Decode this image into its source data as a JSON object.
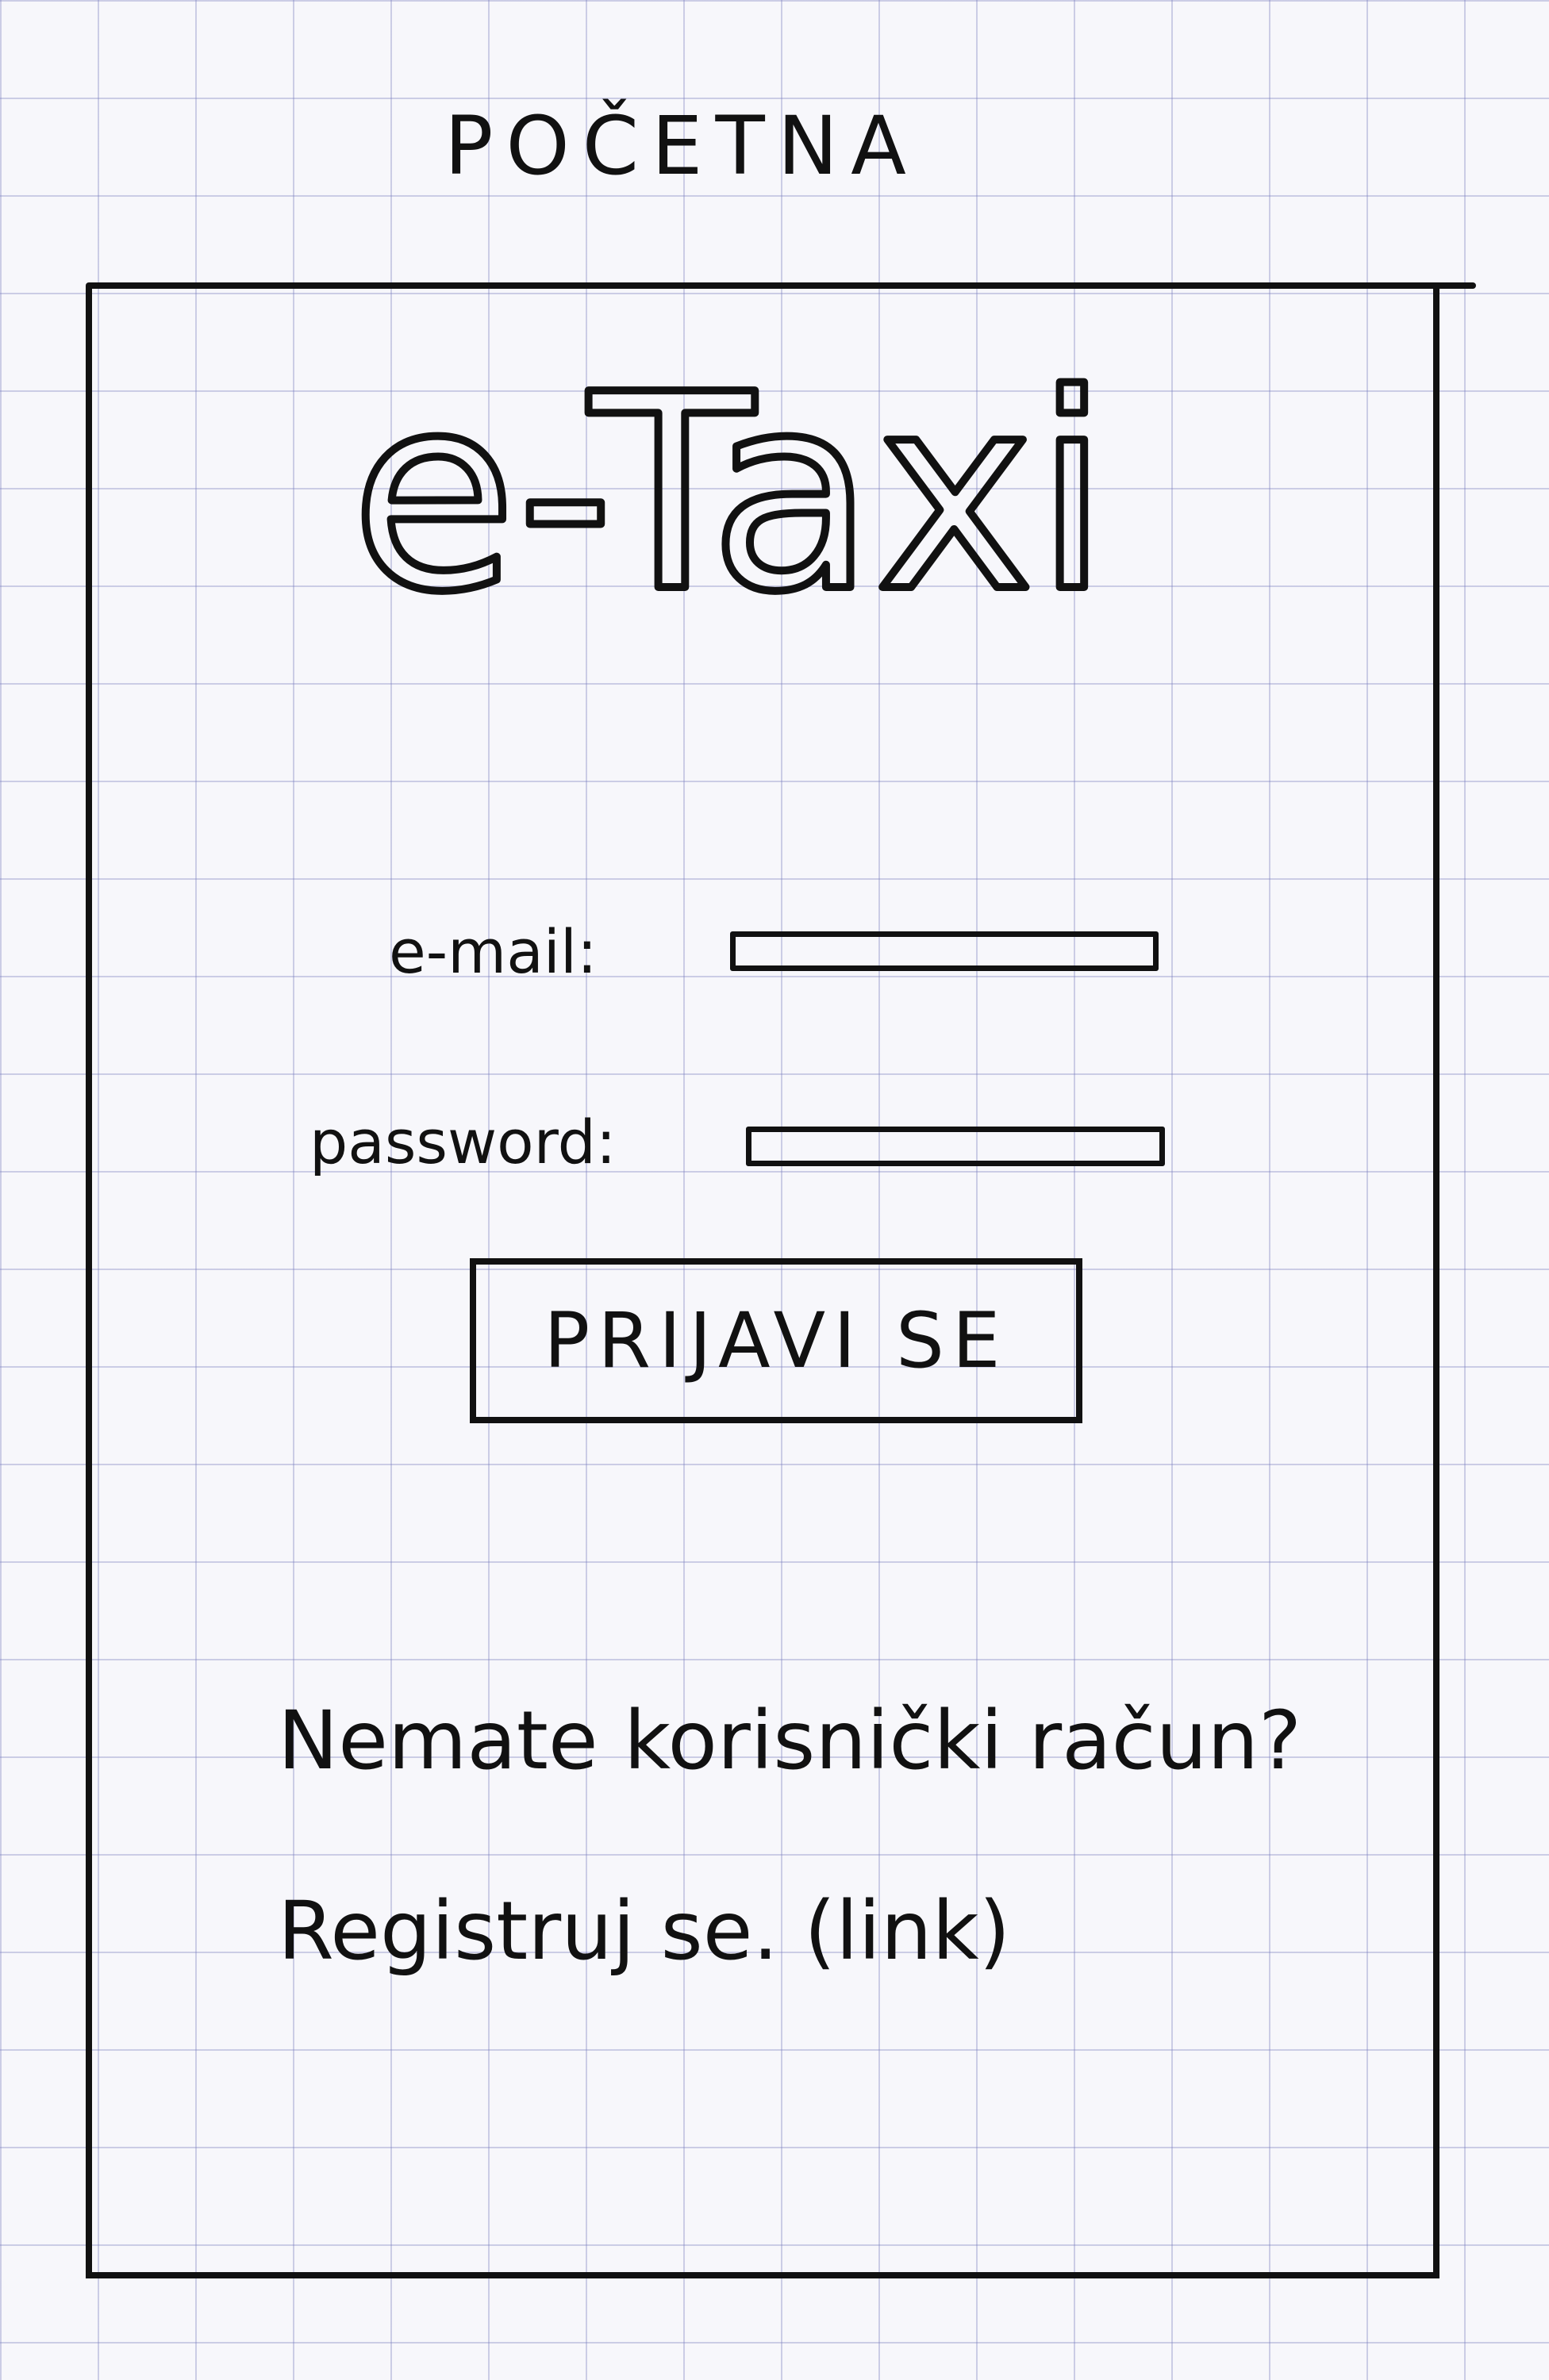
{
  "header": {
    "title": "POČETNA"
  },
  "logo": {
    "text": "e-Taxi"
  },
  "login_form": {
    "email_label": "e-mail:",
    "email_value": "",
    "password_label": "password:",
    "password_value": "",
    "submit_label": "PRIJAVI SE"
  },
  "register": {
    "prompt": "Nemate korisnički račun?",
    "link_label": "Registruj se. (link)"
  }
}
